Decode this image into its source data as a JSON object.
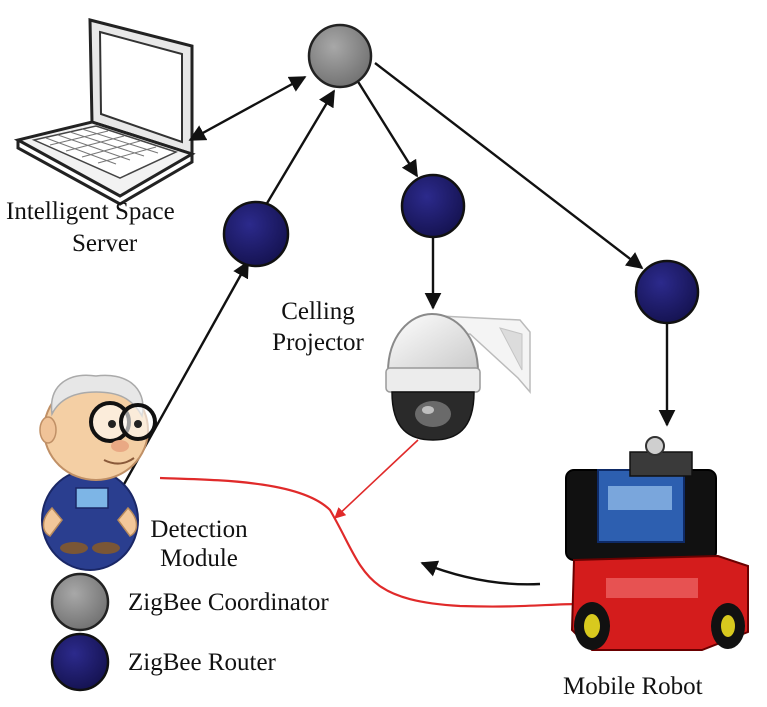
{
  "labels": {
    "server_line1": "Intelligent Space",
    "server_line2": "Server",
    "projector_line1": "Celling",
    "projector_line2": "Projector",
    "detection_line1": "Detection",
    "detection_line2": "Module",
    "robot": "Mobile Robot"
  },
  "legend": {
    "coordinator": "ZigBee Coordinator",
    "router": "ZigBee Router"
  },
  "colors": {
    "coordinator": "#8a8a8a",
    "router": "#1e1b6e",
    "arrow": "#111111",
    "signal": "#e02a2a"
  }
}
